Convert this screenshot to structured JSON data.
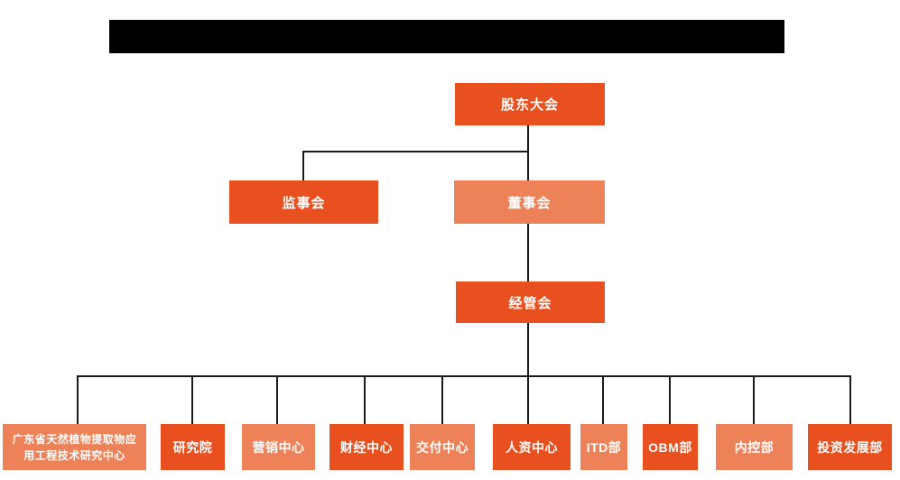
{
  "diagram": {
    "type": "org-chart",
    "colors": {
      "primary_box": "#e8501f",
      "secondary_box": "#ed8259",
      "connector_line": "#1a1a1a",
      "redaction_bar": "#000000",
      "box_text": "#ffffff"
    },
    "nodes": {
      "root": {
        "label": "股东大会"
      },
      "supervisory": {
        "label": "监事会"
      },
      "board": {
        "label": "董事会"
      },
      "management": {
        "label": "经管会"
      }
    },
    "departments": [
      {
        "label": "广东省天然植物提取物应用工程技术研究中心"
      },
      {
        "label": "研究院"
      },
      {
        "label": "营销中心"
      },
      {
        "label": "财经中心"
      },
      {
        "label": "交付中心"
      },
      {
        "label": "人资中心"
      },
      {
        "label": "ITD部"
      },
      {
        "label": "OBM部"
      },
      {
        "label": "内控部"
      },
      {
        "label": "投资发展部"
      }
    ]
  }
}
